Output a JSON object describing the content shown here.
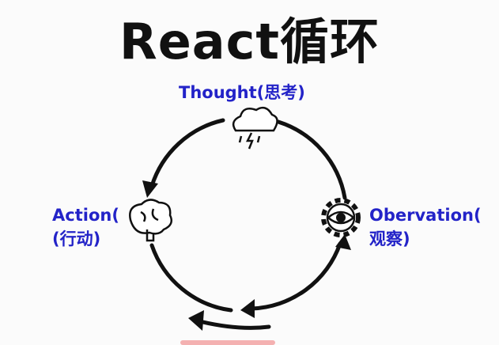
{
  "title": "React循环",
  "nodes": {
    "thought": {
      "label": "Thought(思考)",
      "icon": "storm-cloud-icon"
    },
    "action": {
      "label_line1": "Action(",
      "label_line2": "(行动)",
      "icon": "brain-icon"
    },
    "observation": {
      "label_line1": "Obervation(",
      "label_line2": "观察)",
      "icon": "gear-eye-icon"
    }
  },
  "colors": {
    "label": "#2323c8",
    "stroke": "#111111"
  }
}
